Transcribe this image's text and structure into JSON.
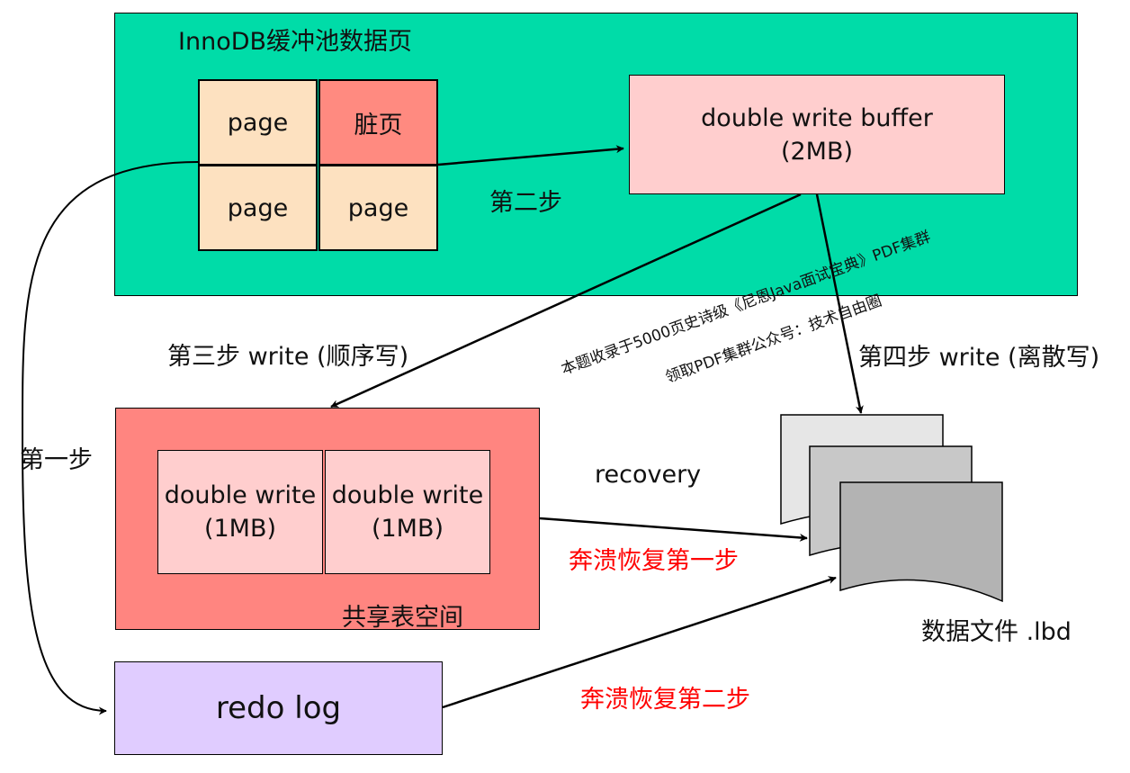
{
  "buffer_pool": {
    "title": "InnoDB缓冲池数据页",
    "pages": [
      "page",
      "脏页",
      "page",
      "page"
    ]
  },
  "dwb": {
    "line1": "double write buffer",
    "line2": "(2MB)"
  },
  "shared_tablespace": {
    "label": "共享表空间",
    "cells": [
      {
        "line1": "double write",
        "line2": "(1MB)"
      },
      {
        "line1": "double write",
        "line2": "(1MB)"
      }
    ]
  },
  "redo_log": {
    "label": "redo log"
  },
  "data_file": {
    "label": "数据文件 .lbd"
  },
  "steps": {
    "step1": "第一步",
    "step2": "第二步",
    "step3": "第三步 write (顺序写)",
    "step4": "第四步 write (离散写)",
    "recovery": "recovery",
    "crash1": "奔溃恢复第一步",
    "crash2": "奔溃恢复第二步"
  },
  "watermark": {
    "line1": "本题收录于5000页史诗级《尼恩Java面试宝典》PDF集群",
    "line2": "领取PDF集群公众号：技术自由圈"
  },
  "colors": {
    "pool_bg": "#00dca8",
    "page_bg": "#fde1c0",
    "dirty_bg": "#ff8a80",
    "dwb_bg": "#ffcece",
    "shared_bg": "#ff8580",
    "redo_bg": "#e0ccff",
    "crash_text": "#ff0000"
  }
}
